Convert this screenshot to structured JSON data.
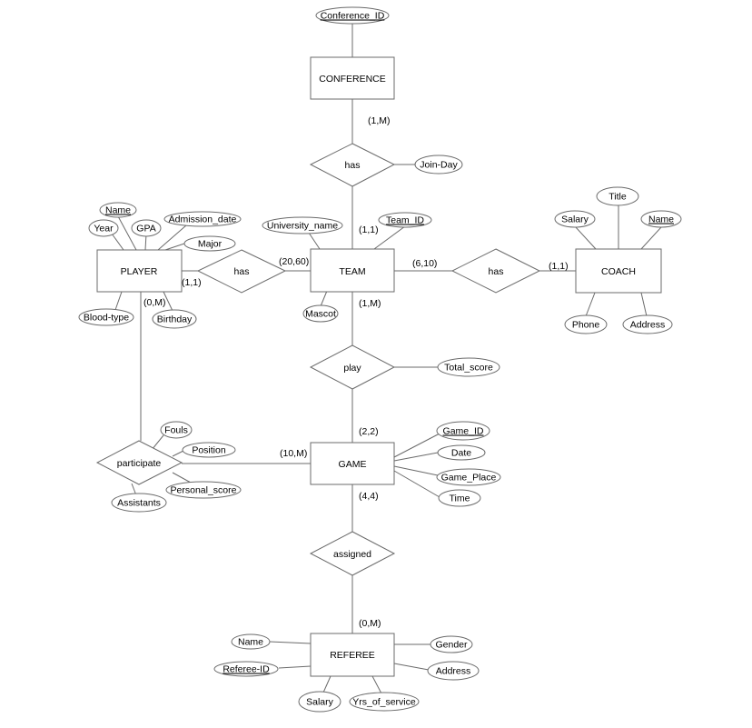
{
  "entities": {
    "conference": "CONFERENCE",
    "team": "TEAM",
    "player": "PLAYER",
    "coach": "COACH",
    "game": "GAME",
    "referee": "REFEREE"
  },
  "relationships": {
    "conf_team": "has",
    "player_team": "has",
    "team_coach": "has",
    "play": "play",
    "participate": "participate",
    "assigned": "assigned"
  },
  "attributes": {
    "conference_id": "Conference_ID",
    "join_day": "Join-Day",
    "university_name": "University_name",
    "team_id": "Team_ID",
    "mascot": "Mascot",
    "player_name": "Name",
    "player_year": "Year",
    "player_gpa": "GPA",
    "player_admission_date": "Admission_date",
    "player_major": "Major",
    "player_blood_type": "Blood-type",
    "player_birthday": "Birthday",
    "coach_title": "Title",
    "coach_salary": "Salary",
    "coach_name": "Name",
    "coach_phone": "Phone",
    "coach_address": "Address",
    "total_score": "Total_score",
    "fouls": "Fouls",
    "position": "Position",
    "personal_score": "Personal_score",
    "assistants": "Assistants",
    "game_id": "Game_ID",
    "date": "Date",
    "game_place": "Game_Place",
    "time": "Time",
    "referee_name": "Name",
    "referee_id": "Referee-ID",
    "referee_salary": "Salary",
    "yrs_of_service": "Yrs_of_service",
    "gender": "Gender",
    "referee_address": "Address"
  },
  "cardinalities": {
    "conf_has": "(1,M)",
    "team_conf": "(1,1)",
    "player_has": "(1,1)",
    "team_player": "(20,60)",
    "team_coach": "(6,10)",
    "coach_team": "(1,1)",
    "team_play": "(1,M)",
    "game_play": "(2,2)",
    "player_participate": "(0,M)",
    "game_participate": "(10,M)",
    "game_assigned": "(4,4)",
    "referee_assigned": "(0,M)"
  }
}
